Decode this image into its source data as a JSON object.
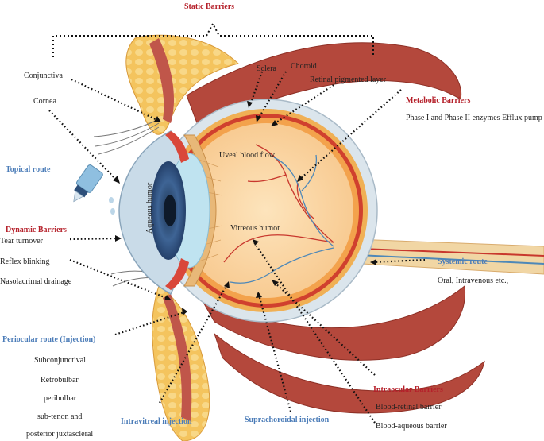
{
  "labels": {
    "static_barriers": "Static Barriers",
    "conjunctiva": "Conjunctiva",
    "cornea": "Cornea",
    "sclera": "Sclera",
    "choroid": "Choroid",
    "retinal_pigmented_layer": "Retinal pigmented layer",
    "metabolic_barriers": "Metabolic Barriers",
    "metabolic_detail": "Phase I and Phase II enzymes Efflux pump",
    "topical_route": "Topical route",
    "uveal_blood_flow": "Uveal blood flow",
    "aqueous_humor": "Aqueous humor",
    "vitreous_humor": "Vitreous humor",
    "dynamic_barriers": "Dynamic Barriers",
    "tear_turnover": "Tear turnover",
    "reflex_blinking": "Reflex blinking",
    "nasolacrimal_drainage": "Nasolacrimal drainage",
    "systemic_route": "Systemic route",
    "systemic_detail": "Oral, Intravenous etc.,",
    "periocular_route": "Periocular route (Injection)",
    "subconjunctival": "Subconjunctival",
    "retrobulbar": "Retrobulbar",
    "peribulbar": "peribulbar",
    "sub_tenon": "sub-tenon and",
    "posterior_juxtascleral": "posterior juxtascleral",
    "intravitreal_injection": "Intravitreal injection",
    "suprachoroidal_injection": "Suprachoroidal injection",
    "intraocular_barriers": "Intraocular Barriers",
    "blood_retinal_barrier": "Blood-retinal barrier",
    "blood_aqueous_barrier": "Blood-aqueous barrier"
  },
  "colors": {
    "red_heading": "#b5202a",
    "blue_heading": "#4b7cb8",
    "muscle": "#b4483c",
    "fat": "#f3c15c",
    "sclera": "#d9e4ea",
    "vitreous": "#fbd9a8",
    "retina": "#f0a24a",
    "iris": "#3c5d8c",
    "vessel_red": "#c8372d",
    "vessel_blue": "#4e88b8"
  }
}
